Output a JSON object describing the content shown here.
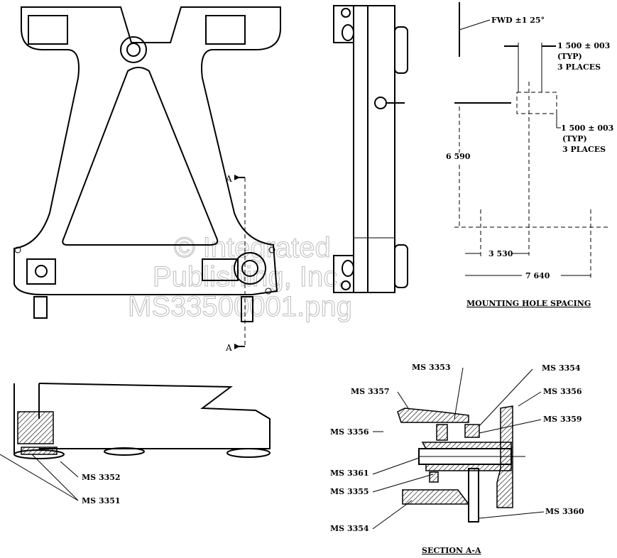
{
  "watermark": {
    "line1": "© Integrated",
    "line2": "Publishing, Inc.",
    "line3": "MS33500001.png"
  },
  "section_markers": {
    "top": "A",
    "bottom": "A"
  },
  "mounting": {
    "fwd": "FWD ±1 25°",
    "dim_top": "1 500 ± 003",
    "typ_top": "(TYP)",
    "places_top": "3 PLACES",
    "dim_side": "1 500 ± 003",
    "typ_side": "(TYP)",
    "places_side": "3 PLACES",
    "vertical": "6 590",
    "horiz_short": "3 530",
    "horiz_long": "7 640",
    "caption": "MOUNTING HOLE SPACING"
  },
  "detail": {
    "label_1": "MS 3352",
    "label_2": "MS 3351"
  },
  "section": {
    "caption": "SECTION A-A",
    "labels": [
      "MS 3353",
      "MS 3354",
      "MS 3357",
      "MS 3356",
      "MS 3356",
      "MS 3359",
      "MS 3361",
      "MS 3355",
      "MS 3354",
      "MS 3360"
    ]
  }
}
